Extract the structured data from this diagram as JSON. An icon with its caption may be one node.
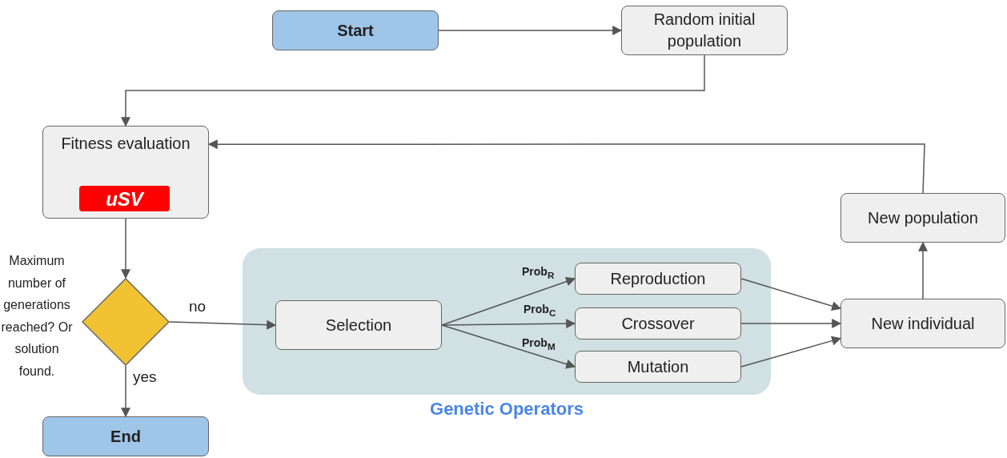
{
  "diagram": {
    "nodes": [
      {
        "text": [
          "Start"
        ]
      },
      {
        "text": [
          "Random initial population"
        ]
      },
      {
        "text": [
          "Fitness evaluation"
        ]
      },
      {
        "text": [
          "uSV"
        ],
        "in": 2
      },
      {
        "text": [],
        "shape": "diamond",
        "beside": [
          "Maximum number of generations reached? Or solution found."
        ]
      },
      {
        "text": [
          "End"
        ]
      },
      {
        "text": [
          "Genetic Operators"
        ]
      },
      {
        "text": [
          "Selection"
        ],
        "in": 6
      },
      {
        "text": [
          "Reproduction"
        ],
        "in": 6
      },
      {
        "text": [
          "Crossover"
        ],
        "in": 6
      },
      {
        "text": [
          "Mutation"
        ],
        "in": 6
      },
      {
        "text": [
          "New individual"
        ]
      },
      {
        "text": [
          "New population"
        ]
      }
    ],
    "edges": [
      {
        "from": 0,
        "to": 1,
        "arrow": "to"
      },
      {
        "from": 1,
        "to": 2,
        "arrow": "to"
      },
      {
        "from": 12,
        "to": 2,
        "arrow": "to"
      },
      {
        "from": 2,
        "to": 4,
        "arrow": "to"
      },
      {
        "from": 4,
        "to": 7,
        "label": "no",
        "arrow": "to"
      },
      {
        "from": 4,
        "to": 5,
        "label": "yes",
        "arrow": "to"
      },
      {
        "from": 7,
        "to": 8,
        "label": "Prob$_{R}$",
        "arrow": "to"
      },
      {
        "from": 7,
        "to": 9,
        "label": "Prob$_{C}$",
        "arrow": "to"
      },
      {
        "from": 7,
        "to": 10,
        "label": "Prob$_{M}$",
        "arrow": "to"
      },
      {
        "from": 8,
        "to": 11,
        "arrow": "to"
      },
      {
        "from": 9,
        "to": 11,
        "arrow": "to"
      },
      {
        "from": 10,
        "to": 11,
        "arrow": "to"
      },
      {
        "from": 11,
        "to": 12,
        "arrow": "to"
      }
    ]
  }
}
